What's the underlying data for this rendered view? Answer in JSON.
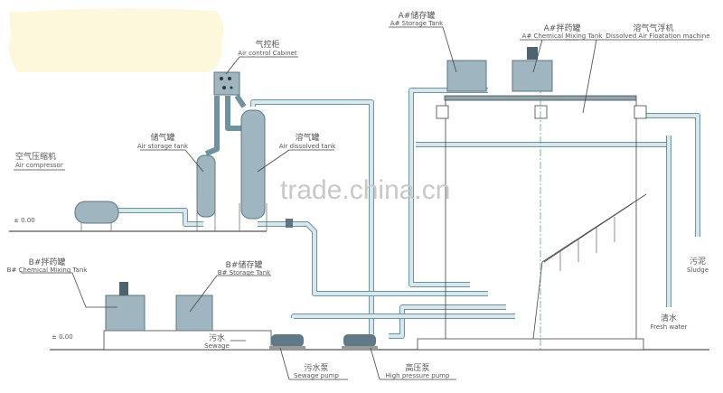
{
  "labels": {
    "air_control_cabinet": {
      "cn": "气控柜",
      "en": "Air control Cabinet"
    },
    "air_storage_tank": {
      "cn": "储气罐",
      "en": "Air storage tank"
    },
    "air_dissolved_tank": {
      "cn": "溶气罐",
      "en": "Air dissolved tank"
    },
    "air_compressor": {
      "cn": "空气压缩机",
      "en": "Air compressor"
    },
    "a_storage_tank": {
      "cn": "A#储存罐",
      "en": "A# Storage Tank"
    },
    "a_mixing_tank": {
      "cn": "A#拌药罐",
      "en": "A# Chemical Mixing Tank"
    },
    "daf_machine": {
      "cn": "溶气气浮机",
      "en": "Dissolved Air Floatation machine"
    },
    "b_mixing_tank": {
      "cn": "B#拌药罐",
      "en": "B# Chemical Mixing Tank"
    },
    "b_storage_tank": {
      "cn": "B#储存罐",
      "en": "B# Storage Tank"
    },
    "sewage": {
      "cn": "污水",
      "en": "Sewage"
    },
    "sewage_pump": {
      "cn": "污水泵",
      "en": "Sewage pump"
    },
    "high_pressure_pump": {
      "cn": "高压泵",
      "en": "High pressure pump"
    },
    "sludge": {
      "cn": "污泥",
      "en": "Sludge"
    },
    "fresh_water": {
      "cn": "清水",
      "en": "Fresh water"
    }
  },
  "levels": {
    "upper": "± 0.00",
    "lower": "± 0.00"
  },
  "watermark": "trade.china.cn",
  "colors": {
    "pipe": "#d6e8ee",
    "tank": "#9fb6c0",
    "highlight_blob": "#fdf8dc"
  }
}
